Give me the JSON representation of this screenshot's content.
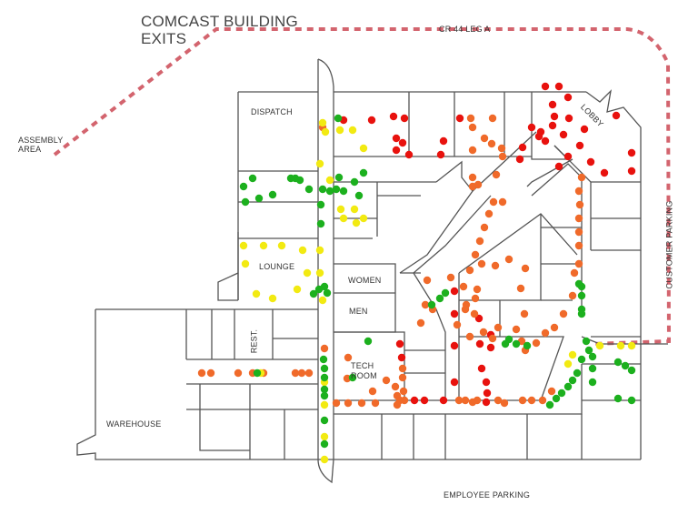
{
  "title_line1": "COMCAST BUILDING",
  "title_line2": "EXITS",
  "road_label": "CR 44 LEG A",
  "assembly_line1": "ASSEMBLY",
  "assembly_line2": "AREA",
  "rooms": {
    "dispatch": "DISPATCH",
    "lobby": "LOBBY",
    "lounge": "LOUNGE",
    "women": "WOMEN",
    "men": "MEN",
    "rest": "REST.",
    "tech_line1": "TECH",
    "tech_line2": "ROOM",
    "warehouse": "WAREHOUSE"
  },
  "customer_parking": "CUSTOMER PARKING",
  "employee_parking": "EMPLOYEE PARKING",
  "colors": {
    "red": "#e8120e",
    "orange": "#f06a2a",
    "yellow": "#f2ea12",
    "green": "#1cb01e",
    "route": "#d3646e",
    "wall": "#555555"
  }
}
